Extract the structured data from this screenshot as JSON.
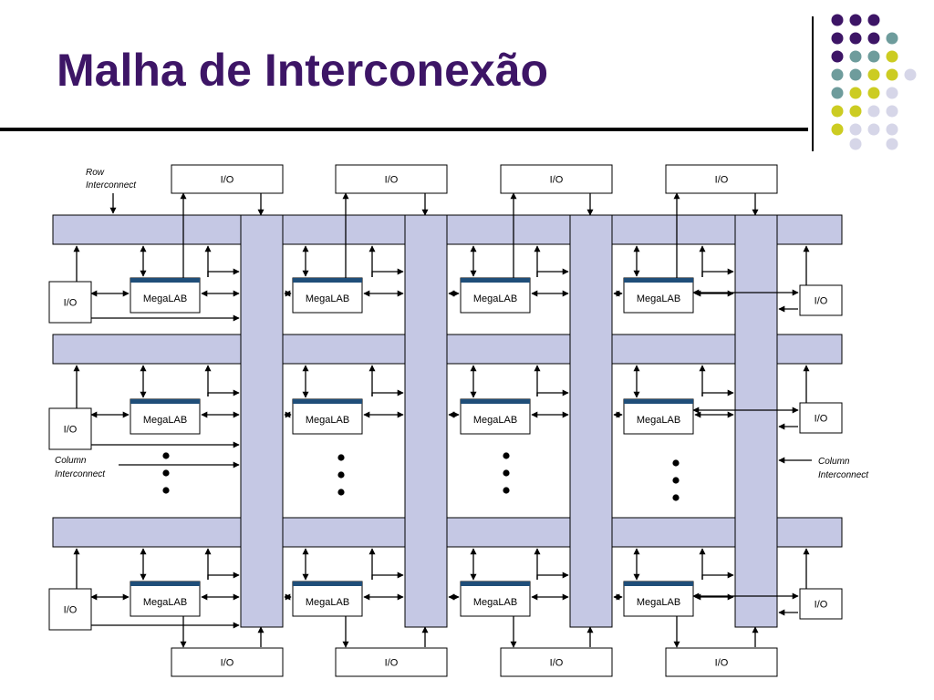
{
  "slide": {
    "title": "Malha de Interconexão"
  },
  "colors": {
    "title": "#3d1566",
    "interconnect_fill": "#c5c8e4",
    "block_top_stripe": "#1f4e79",
    "dot_purple": "#3d1566",
    "dot_teal": "#6e9c9c",
    "dot_yellow": "#cccc22",
    "dot_lavender": "#d6d6e8"
  },
  "diagram": {
    "io_label": "I/O",
    "megalab_label": "MegaLAB",
    "row_interconnect_label": [
      "Row",
      "Interconnect"
    ],
    "column_interconnect_label": [
      "Column",
      "Interconnect"
    ],
    "column_count": 4,
    "visible_row_count": 3,
    "ellipsis": "⋮"
  }
}
